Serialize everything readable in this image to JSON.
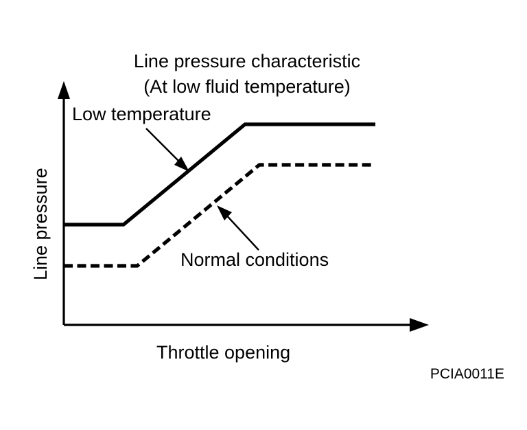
{
  "figure": {
    "title_line1": "Line pressure characteristic",
    "title_line2": "(At low fluid temperature)",
    "reference_code": "PCIA0011E",
    "background_color": "#ffffff",
    "line_color": "#000000"
  },
  "chart_data": {
    "type": "line",
    "title": "Line pressure characteristic (At low fluid temperature)",
    "xlabel": "Throttle opening",
    "ylabel": "Line pressure",
    "xlim": [
      0,
      100
    ],
    "ylim": [
      0,
      100
    ],
    "grid": false,
    "axis_ticks": false,
    "axis_style": "arrow-axes",
    "legend": "inline-annotations",
    "series": [
      {
        "name": "Low temperature",
        "style": "solid",
        "color": "#000000",
        "x": [
          0,
          16.3,
          49.6,
          85.3
        ],
        "y": [
          41.6,
          41.6,
          83.2,
          83.2
        ]
      },
      {
        "name": "Normal conditions",
        "style": "dashed",
        "color": "#000000",
        "x": [
          0,
          20.1,
          53.5,
          85.3
        ],
        "y": [
          24.5,
          24.5,
          66.4,
          66.4
        ]
      }
    ],
    "annotations": [
      {
        "text": "Low temperature",
        "points_to_series": "Low temperature",
        "leader": "down-right-arrow"
      },
      {
        "text": "Normal conditions",
        "points_to_series": "Normal conditions",
        "leader": "up-left-arrow"
      }
    ]
  },
  "labels": {
    "y_axis": "Line pressure",
    "x_axis": "Throttle opening",
    "low_temperature": "Low temperature",
    "normal_conditions": "Normal conditions"
  }
}
